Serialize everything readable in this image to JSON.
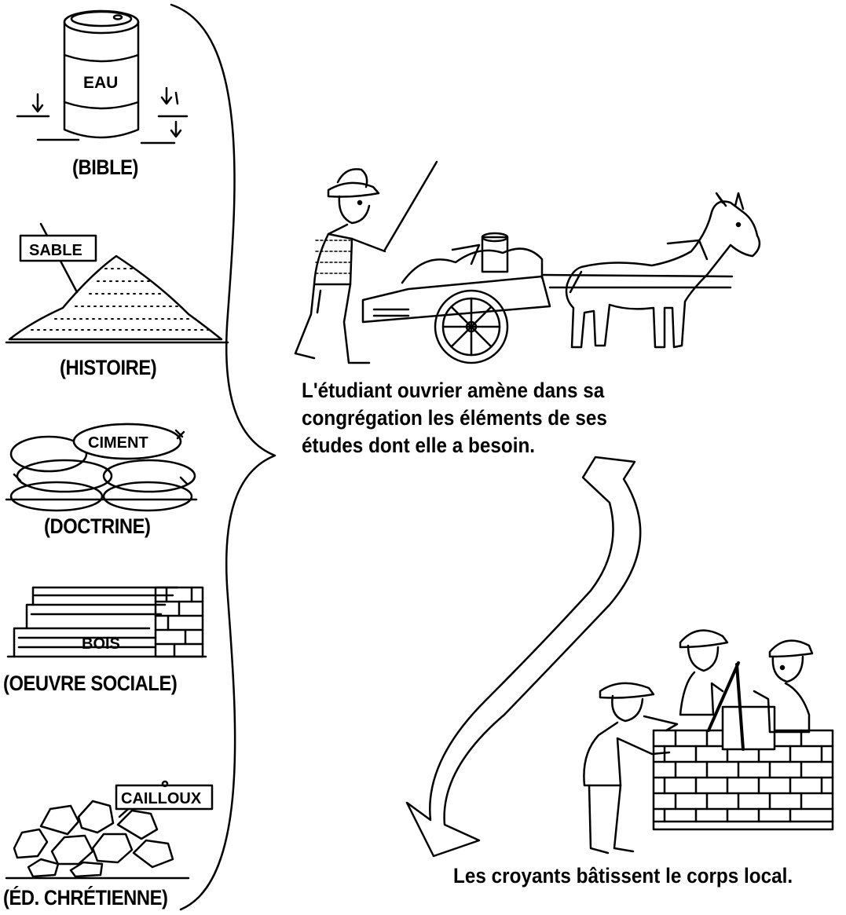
{
  "materials": [
    {
      "tag": "EAU",
      "label": "(BIBLE)"
    },
    {
      "tag": "SABLE",
      "label": "(HISTOIRE)"
    },
    {
      "tag": "CIMENT",
      "label": "(DOCTRINE)"
    },
    {
      "tag": "BOIS",
      "label": "(OEUVRE SOCIALE)"
    },
    {
      "tag": "CAILLOUX",
      "label": "(ÉD. CHRÉTIENNE)"
    }
  ],
  "cart_caption": {
    "line1": "L'étudiant ouvrier amène dans sa",
    "line2": "congrégation les éléments de ses",
    "line3": "études dont elle a besoin."
  },
  "builders_caption": "Les croyants bâtissent le corps local."
}
